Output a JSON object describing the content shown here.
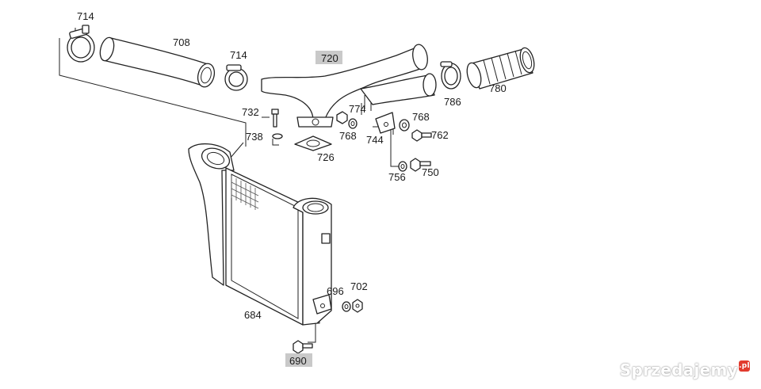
{
  "parts": {
    "p714a": "714",
    "p708": "708",
    "p714b": "714",
    "p720": "720",
    "p732": "732",
    "p738": "738",
    "p774": "774",
    "p768a": "768",
    "p768b": "768",
    "p744": "744",
    "p762": "762",
    "p726": "726",
    "p756": "756",
    "p750": "750",
    "p786": "786",
    "p780": "780",
    "p684": "684",
    "p696": "696",
    "p702": "702",
    "p690": "690"
  },
  "watermark": {
    "text": "Sprzedajemy",
    "suffix": ".pl"
  }
}
